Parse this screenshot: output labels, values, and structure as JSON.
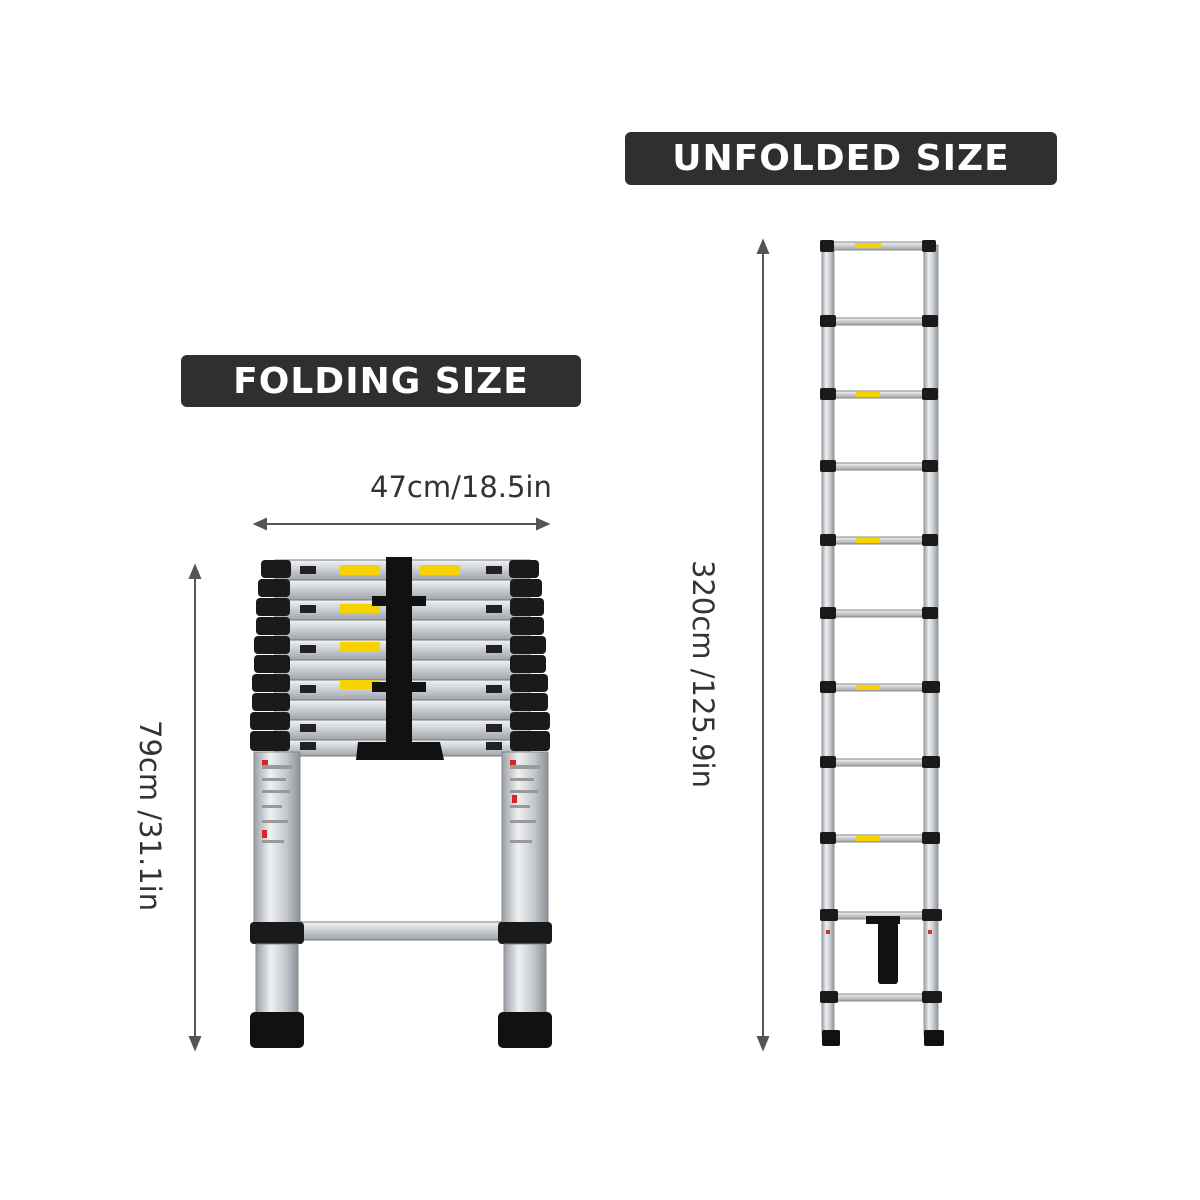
{
  "badges": {
    "unfolded": "UNFOLDED SIZE",
    "folding": "FOLDING SIZE"
  },
  "dimensions": {
    "folded_width": "47cm/18.5in",
    "folded_height": "79cm /31.1in",
    "unfolded_height": "320cm /125.9in"
  },
  "colors": {
    "badge_bg": "#2f2f2f",
    "aluminum": "#c9cdd1",
    "rubber": "#1a1a1a",
    "warning_label": "#f5d200"
  }
}
